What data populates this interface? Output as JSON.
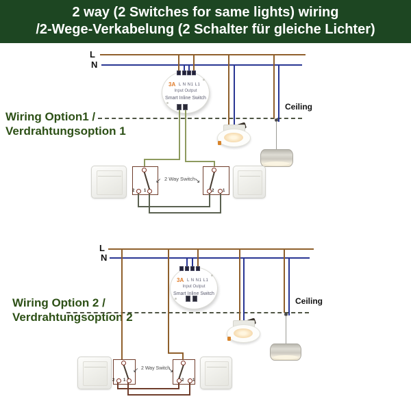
{
  "banner": {
    "line1": "2 way (2 Switches for same lights) wiring",
    "line2": "/2-Wege-Verkabelung (2 Schalter für gleiche Lichter)"
  },
  "device": {
    "rating": "3A",
    "terminals": "L N N1 L1",
    "io": "Input Output",
    "name": "Smart Inline Switch"
  },
  "shared": {
    "live_label": "L",
    "neutral_label": "N",
    "ceiling_label": "Ceiling",
    "switch_label": "2 Way Switch",
    "terminal_2": "2",
    "terminal_1": "1",
    "arrow_left": "↙",
    "arrow_right": "↘"
  },
  "options": [
    {
      "title_en": "Wiring Option1 /",
      "title_de": "Verdrahtungsoption 1"
    },
    {
      "title_en": "Wiring Option 2 /",
      "title_de": "Verdrahtungsoption 2"
    }
  ],
  "colors": {
    "banner_bg": "#1d4622",
    "banner_fg": "#ffffff",
    "option_title_green": "#2d5016",
    "wire_live_brown": "#8f5f2b",
    "wire_neutral_blue": "#283593",
    "wire_switch_green": "#8d9a5e",
    "wire_traveller_option1": "#5a6150",
    "wire_traveller_option2": "#6e3c2a",
    "schematic_outline": "#6e3c2a",
    "device_rating_orange": "#e07b28"
  }
}
